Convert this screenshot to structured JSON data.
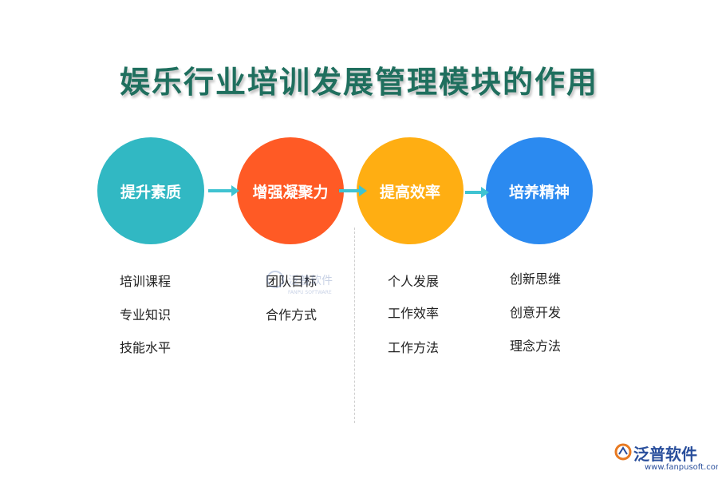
{
  "title": "娱乐行业培训发展管理模块的作用",
  "stages": [
    {
      "label": "提升素质",
      "color": "#31b8c3",
      "items": [
        "培训课程",
        "专业知识",
        "技能水平"
      ]
    },
    {
      "label": "增强凝聚力",
      "color": "#ff5a25",
      "items": [
        "团队目标",
        "合作方式"
      ]
    },
    {
      "label": "提高效率",
      "color": "#ffae12",
      "items": [
        "个人发展",
        "工作效率",
        "工作方法"
      ]
    },
    {
      "label": "培养精神",
      "color": "#2b8af0",
      "items": [
        "创新思维",
        "创意开发",
        "理念方法"
      ]
    }
  ],
  "watermark": {
    "text": "泛普软件",
    "subtext": "FANPU SOFTWARE"
  },
  "logo": {
    "text": "泛普软件",
    "url": "www.fanpusoft.com"
  }
}
